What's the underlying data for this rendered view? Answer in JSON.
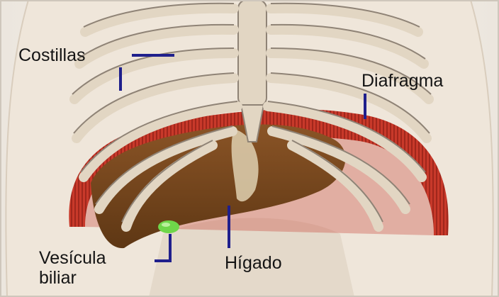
{
  "labels": {
    "ribs": "Costillas",
    "diaphragm": "Diafragma",
    "gallbladder_line1": "Vesícula",
    "gallbladder_line2": "biliar",
    "liver": "Hígado"
  },
  "colors": {
    "background": "#f3efe9",
    "bone": "#e2d6c3",
    "bone_outline": "#8f8376",
    "liver": "#7b4a1e",
    "diaphragm": "#c63324",
    "gallbladder": "#6fd64a",
    "leader_line": "#1f1f8c",
    "label_text": "#141414"
  }
}
